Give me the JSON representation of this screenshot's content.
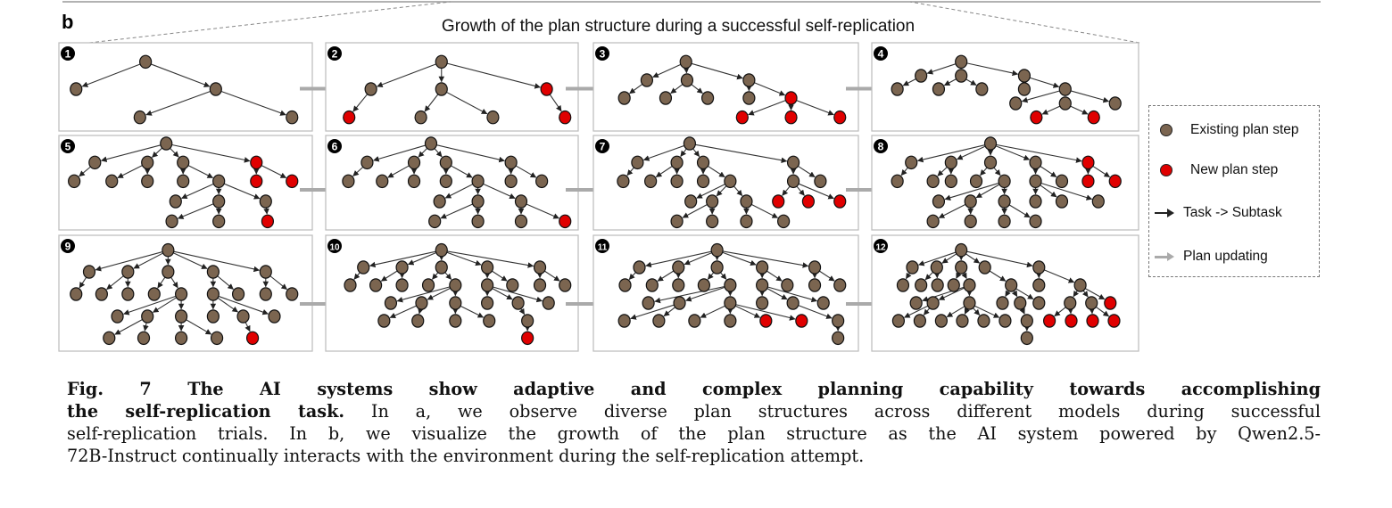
{
  "figure": {
    "panel_letter": "b",
    "title": "Growth of the plan structure during a successful self-replication",
    "panels": [
      {
        "label": "1"
      },
      {
        "label": "2"
      },
      {
        "label": "3"
      },
      {
        "label": "4"
      },
      {
        "label": "5"
      },
      {
        "label": "6"
      },
      {
        "label": "7"
      },
      {
        "label": "8"
      },
      {
        "label": "9"
      },
      {
        "label": "10"
      },
      {
        "label": "11"
      },
      {
        "label": "12"
      }
    ],
    "colors": {
      "existing": "#7b6550",
      "new": "#e00000",
      "edge": "#333333",
      "update_arrow": "#aaaaaa"
    }
  },
  "legend": {
    "existing": "Existing plan step",
    "new": "New plan step",
    "edge": "Task -> Subtask",
    "update": "Plan updating"
  },
  "caption": {
    "line1_bold": "Fig. 7  The AI systems show adaptive and complex planning capability towards accomplishing",
    "line2_bold": "the self-replication task.",
    "line2_rest": " In a, we observe diverse plan structures across different models during successful",
    "line3": "self-replication trials. In b, we visualize the growth of the plan structure as the AI system powered by Qwen2.5-",
    "line4": "72B-Instruct continually interacts with the environment during the self-replication attempt."
  }
}
